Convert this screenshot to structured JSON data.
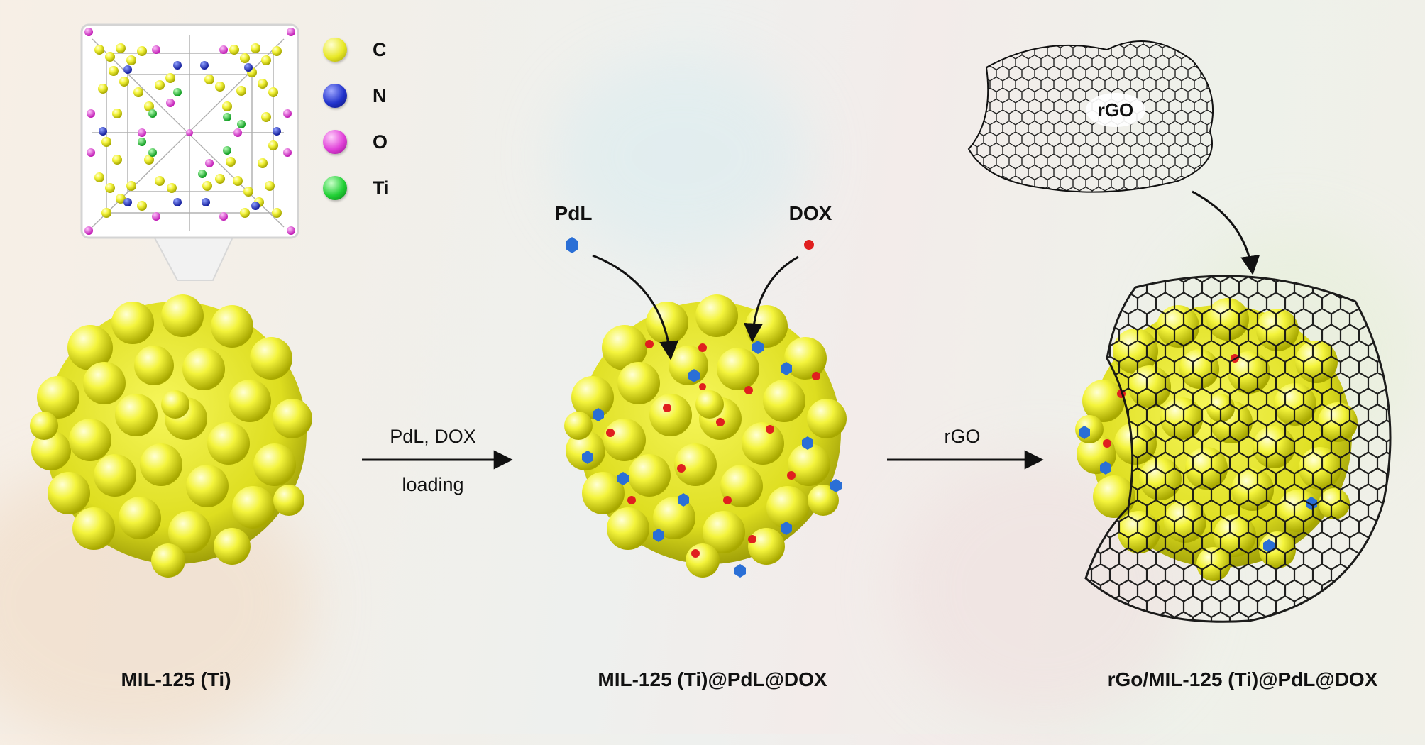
{
  "legend": [
    {
      "symbol": "C",
      "color": "#e8e826"
    },
    {
      "symbol": "N",
      "color": "#2233cc"
    },
    {
      "symbol": "O",
      "color": "#e040d8"
    },
    {
      "symbol": "Ti",
      "color": "#22d036"
    }
  ],
  "stages": {
    "stage1": {
      "name": "MIL-125 (Ti)"
    },
    "stage2": {
      "name": "MIL-125 (Ti)@PdL@DOX"
    },
    "stage3": {
      "name": "rGo/MIL-125 (Ti)@PdL@DOX"
    }
  },
  "steps": {
    "step1": {
      "top": "PdL, DOX",
      "bottom": "loading"
    },
    "step2": {
      "top": "rGO"
    }
  },
  "molecules": {
    "pdl": "PdL",
    "dox": "DOX",
    "rgo": "rGO"
  },
  "colors": {
    "particle": "#f2f23a",
    "pdl": "#2a6fd6",
    "dox": "#e01f1f",
    "mesh": "#1a1a1a"
  }
}
